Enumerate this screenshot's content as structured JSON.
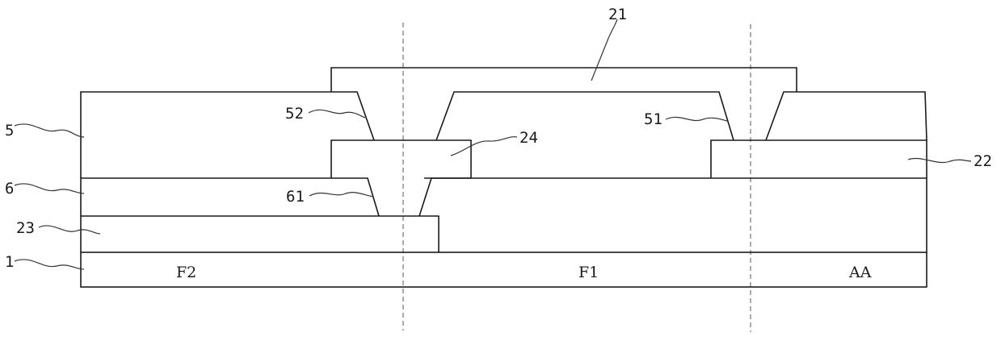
{
  "labels": {
    "n21": "21",
    "n5": "5",
    "n52": "52",
    "n24": "24",
    "n51": "51",
    "n22": "22",
    "n6": "6",
    "n61": "61",
    "n23": "23",
    "n1": "1"
  },
  "regions": {
    "f2": "F2",
    "f1": "F1",
    "aa": "AA"
  }
}
